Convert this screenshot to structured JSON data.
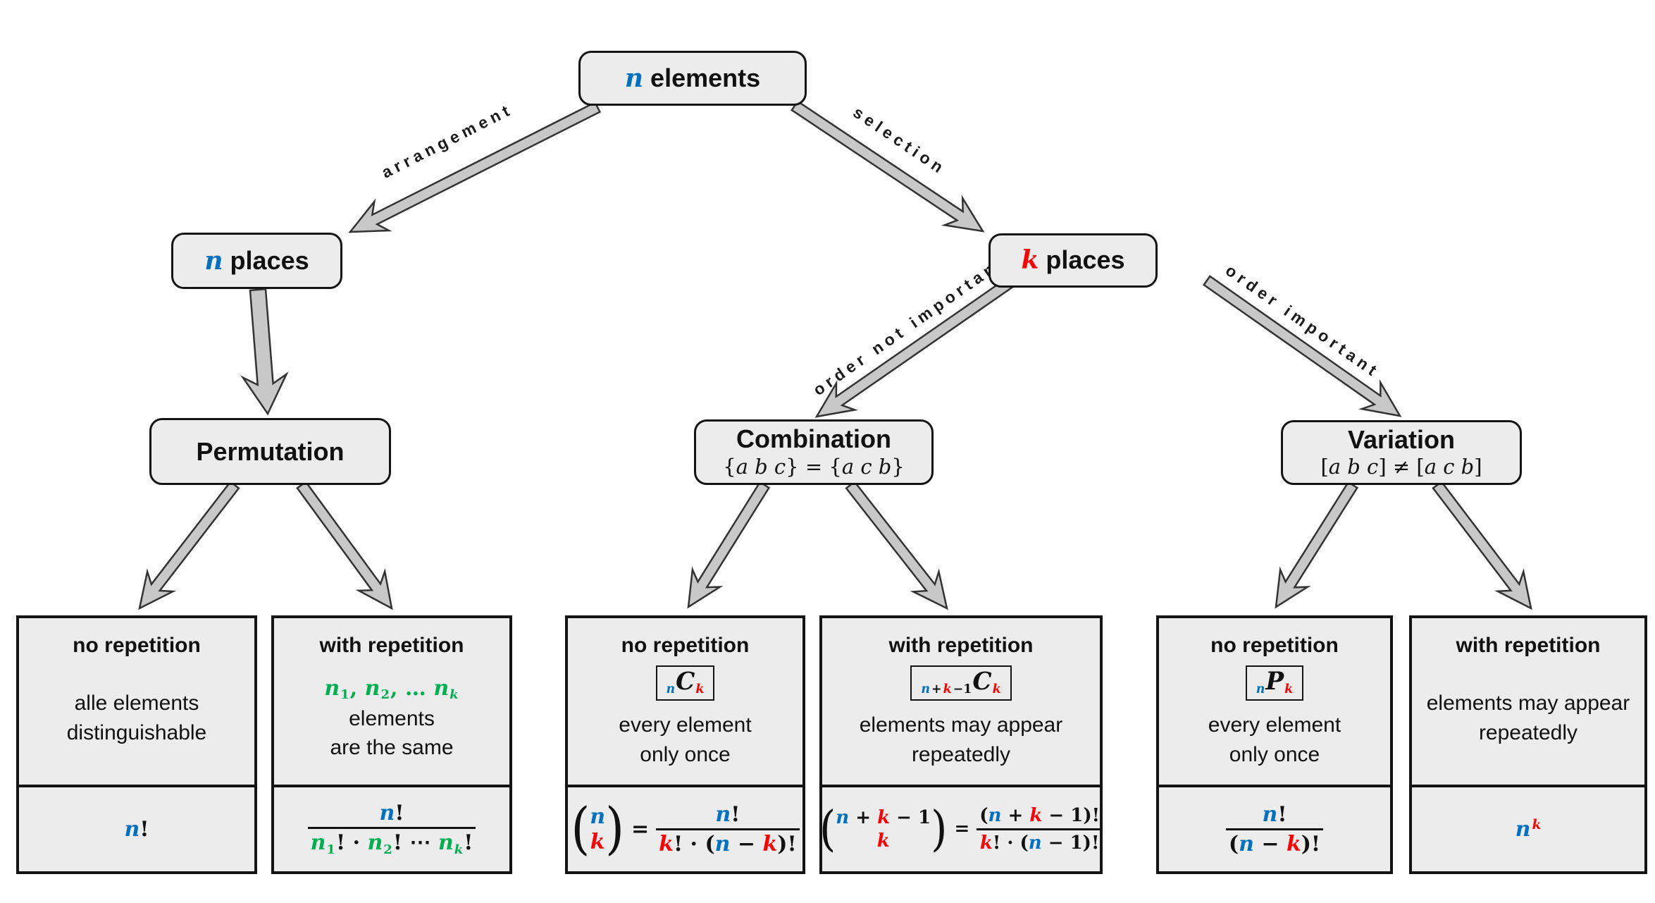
{
  "colors": {
    "blue": "#0070C0",
    "red": "#FF0000",
    "green": "#00B050",
    "box_fill": "#ECECEC",
    "arrow_fill": "#C8C8C8"
  },
  "nodes": {
    "root": {
      "title": [
        {
          "t": "n",
          "cls": "v blue"
        },
        {
          "t": " elements",
          "cls": "w b"
        }
      ]
    },
    "n_places": {
      "title": [
        {
          "t": "n",
          "cls": "v blue"
        },
        {
          "t": " places",
          "cls": "w b"
        }
      ]
    },
    "k_places": {
      "title": [
        {
          "t": "k",
          "cls": "v red"
        },
        {
          "t": " places",
          "cls": "w b"
        }
      ]
    },
    "permutation": {
      "title": [
        {
          "t": "Permutation",
          "cls": "w b"
        }
      ]
    },
    "combination": {
      "title": [
        {
          "t": "Combination",
          "cls": "w b"
        }
      ],
      "subtitle": [
        {
          "t": "{",
          "cls": "o r"
        },
        {
          "t": "a b c",
          "cls": "v r"
        },
        {
          "t": "} = {",
          "cls": "o r"
        },
        {
          "t": "a c b",
          "cls": "v r"
        },
        {
          "t": "}",
          "cls": "o r"
        }
      ]
    },
    "variation": {
      "title": [
        {
          "t": "Variation",
          "cls": "w b"
        }
      ],
      "subtitle": [
        {
          "t": "[",
          "cls": "o r"
        },
        {
          "t": "a b c",
          "cls": "v r"
        },
        {
          "t": "] ≠ [",
          "cls": "o r"
        },
        {
          "t": "a c b",
          "cls": "v r"
        },
        {
          "t": "]",
          "cls": "o r"
        }
      ]
    }
  },
  "edges": {
    "arrangement": "arrangement",
    "selection": "selection",
    "order_not_important": "order not important",
    "order_important": "order important"
  },
  "leaves": [
    {
      "heading": "no repetition",
      "body1": "alle elements",
      "body2": "distinguishable",
      "formula": [
        {
          "t": "n",
          "cls": "v blue"
        },
        {
          "t": "!",
          "cls": "o"
        }
      ]
    },
    {
      "heading": "with repetition",
      "body1_rich": [
        {
          "t": "n",
          "cls": "v green"
        },
        {
          "t": "1",
          "cls": "o green sub"
        },
        {
          "t": ", ",
          "cls": "o green"
        },
        {
          "t": "n",
          "cls": "v green"
        },
        {
          "t": "2",
          "cls": "o green sub"
        },
        {
          "t": ", … ",
          "cls": "o green"
        },
        {
          "t": "n",
          "cls": "v green"
        },
        {
          "t": "k",
          "cls": "v green sub"
        },
        {
          "t": " elements",
          "cls": "w"
        }
      ],
      "body2": "are the same",
      "formula_frac": {
        "num": [
          {
            "t": "n",
            "cls": "v blue"
          },
          {
            "t": "!",
            "cls": "o"
          }
        ],
        "den": [
          {
            "t": "n",
            "cls": "v green"
          },
          {
            "t": "1",
            "cls": "o green sub"
          },
          {
            "t": "! · ",
            "cls": "o"
          },
          {
            "t": "n",
            "cls": "v green"
          },
          {
            "t": "2",
            "cls": "o green sub"
          },
          {
            "t": "! ⋯ ",
            "cls": "o"
          },
          {
            "t": "n",
            "cls": "v green"
          },
          {
            "t": "k",
            "cls": "v green sub"
          },
          {
            "t": "!",
            "cls": "o"
          }
        ]
      }
    },
    {
      "heading": "no repetition",
      "notation": [
        {
          "t": "n",
          "cls": "v blue sub"
        },
        {
          "t": "C",
          "cls": "v big"
        },
        {
          "t": "k",
          "cls": "v red sub"
        }
      ],
      "body1": "every element",
      "body2": "only once",
      "formula_binom": {
        "lp": "(",
        "rp": ")",
        "eq": "=",
        "top": [
          {
            "t": "n",
            "cls": "v blue"
          }
        ],
        "bottom": [
          {
            "t": "k",
            "cls": "v red"
          }
        ],
        "num": [
          {
            "t": "n",
            "cls": "v blue"
          },
          {
            "t": "!",
            "cls": "o"
          }
        ],
        "den": [
          {
            "t": "k",
            "cls": "v red"
          },
          {
            "t": "! · (",
            "cls": "o"
          },
          {
            "t": "n",
            "cls": "v blue"
          },
          {
            "t": " − ",
            "cls": "o"
          },
          {
            "t": "k",
            "cls": "v red"
          },
          {
            "t": ")!",
            "cls": "o"
          }
        ]
      }
    },
    {
      "heading": "with repetition",
      "notation": [
        {
          "t": "n",
          "cls": "v blue sub"
        },
        {
          "t": "+",
          "cls": "o sub"
        },
        {
          "t": "k",
          "cls": "v red sub"
        },
        {
          "t": "−1",
          "cls": "o sub"
        },
        {
          "t": "C",
          "cls": "v big"
        },
        {
          "t": "k",
          "cls": "v red sub"
        }
      ],
      "body1": "elements may appear",
      "body2": "repeatedly",
      "formula_binom": {
        "lp": "(",
        "rp": ")",
        "eq": "=",
        "top": [
          {
            "t": "n",
            "cls": "v blue"
          },
          {
            "t": " + ",
            "cls": "o"
          },
          {
            "t": "k",
            "cls": "v red"
          },
          {
            "t": " − 1",
            "cls": "o"
          }
        ],
        "bottom": [
          {
            "t": "k",
            "cls": "v red"
          }
        ],
        "num": [
          {
            "t": "(",
            "cls": "o"
          },
          {
            "t": "n",
            "cls": "v blue"
          },
          {
            "t": " + ",
            "cls": "o"
          },
          {
            "t": "k",
            "cls": "v red"
          },
          {
            "t": " − 1)!",
            "cls": "o"
          }
        ],
        "den": [
          {
            "t": "k",
            "cls": "v red"
          },
          {
            "t": "! · (",
            "cls": "o"
          },
          {
            "t": "n",
            "cls": "v blue"
          },
          {
            "t": " − 1)!",
            "cls": "o"
          }
        ]
      }
    },
    {
      "heading": "no repetition",
      "notation": [
        {
          "t": "n",
          "cls": "v blue sub"
        },
        {
          "t": "P",
          "cls": "v big"
        },
        {
          "t": "k",
          "cls": "v red sub"
        }
      ],
      "body1": "every element",
      "body2": "only once",
      "formula_frac": {
        "num": [
          {
            "t": "n",
            "cls": "v blue"
          },
          {
            "t": "!",
            "cls": "o"
          }
        ],
        "den": [
          {
            "t": "(",
            "cls": "o"
          },
          {
            "t": "n",
            "cls": "v blue"
          },
          {
            "t": " − ",
            "cls": "o"
          },
          {
            "t": "k",
            "cls": "v red"
          },
          {
            "t": ")!",
            "cls": "o"
          }
        ]
      }
    },
    {
      "heading": "with repetition",
      "body1": "elements may appear",
      "body2": "repeatedly",
      "formula": [
        {
          "t": "n",
          "cls": "v blue"
        },
        {
          "t": "k",
          "cls": "v red sup"
        }
      ]
    }
  ]
}
